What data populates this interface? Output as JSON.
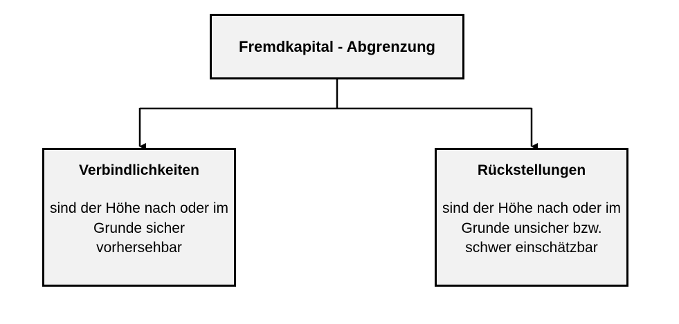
{
  "diagram": {
    "root": {
      "title": "Fremdkapital - Abgrenzung"
    },
    "children": [
      {
        "heading": "Verbindlichkeiten",
        "description": "sind der Höhe nach oder im Grunde sicher vorhersehbar"
      },
      {
        "heading": "Rückstellungen",
        "description": "sind der Höhe nach oder im Grunde unsicher bzw. schwer einschätzbar"
      }
    ],
    "colors": {
      "box_fill": "#f2f2f2",
      "border": "#000000",
      "line": "#000000"
    }
  }
}
